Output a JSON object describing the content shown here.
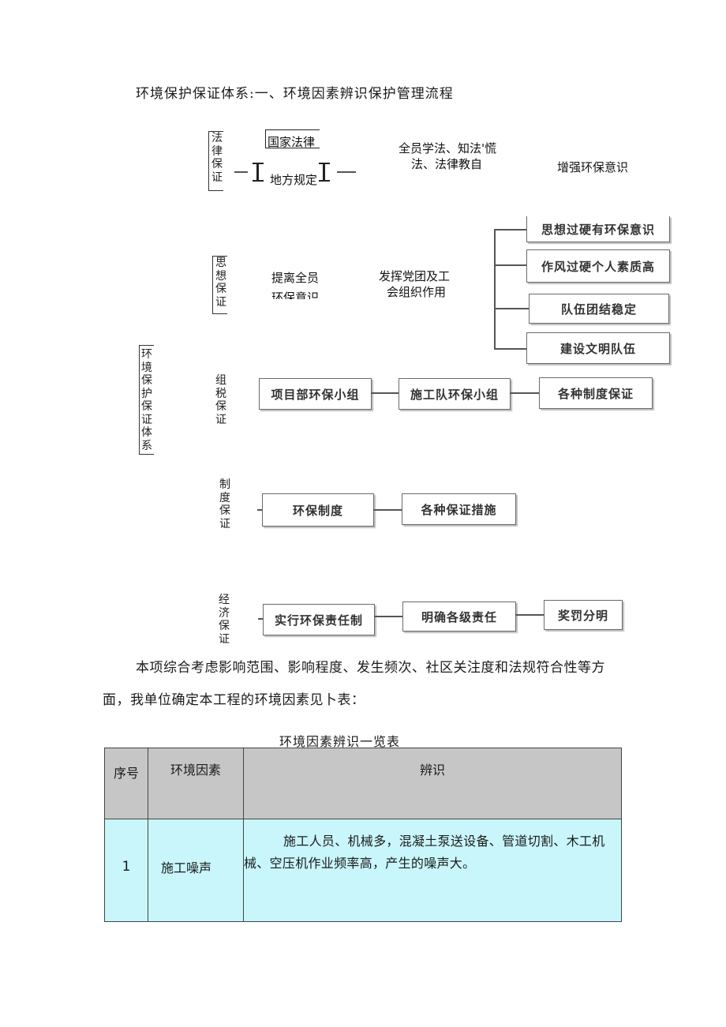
{
  "heading": "环境保护保证体系:一、环境因素辨识保护管理流程",
  "diagram": {
    "main_label": "环境保护保证体系",
    "law": {
      "label": "法律保证",
      "national": "国家法律",
      "local": "地方规定",
      "education_line1": "全员学法、知法'慌",
      "education_line2": "法、法律教自",
      "awareness": "增强环保意识"
    },
    "thought": {
      "label": "思想保证",
      "raise_line1": "提离全员",
      "raise_line2": "环保意识",
      "party_line1": "发挥党团及工",
      "party_line2": "会组织作用",
      "items": [
        "思想过硬有环保意识",
        "作风过硬个人素质高",
        "队伍团结稳定",
        "建设文明队伍"
      ]
    },
    "org": {
      "label": "组税保证",
      "items": [
        "项目部环保小组",
        "施工队环保小组",
        "各种制度保证"
      ]
    },
    "system": {
      "label": "制度保证",
      "items": [
        "环保制度",
        "各种保证措施"
      ]
    },
    "economic": {
      "label": "经济保证",
      "items": [
        "实行环保责任制",
        "明确各级责任",
        "奖罚分明"
      ]
    }
  },
  "paragraph": "本项综合考虑影响范围、影响程度、发生频次、社区关注度和法规符合性等方面，我单位确定本工程的环境因素见卜表：",
  "table": {
    "caption": "环境因素辨识一览表",
    "headers": [
      "序号",
      "环境因素",
      "辨识"
    ],
    "rows": [
      {
        "no": "1",
        "factor": "施工噪声",
        "desc": "施工人员、机械多，混凝土泵送设备、管道切割、木工机械、空压机作业频率高，产生的噪声大。"
      }
    ]
  }
}
